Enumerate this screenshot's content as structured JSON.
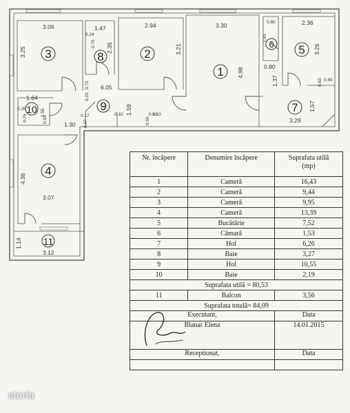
{
  "plan": {
    "dimensions": {
      "r3_w": "3.06",
      "r3_h": "3.25",
      "r8_w": "1.47",
      "r8_a": "0.24",
      "r8_b": "0.75",
      "r8_h": "2.35",
      "r2_w": "2.94",
      "r2_h": "3.21",
      "r1_w": "3.30",
      "r1_h": "4.98",
      "r6_w": "0.80",
      "r6_h": "1.93",
      "r5_w": "2.36",
      "r5_h": "3.26",
      "r7_a": "0.80",
      "r7_b": "1.37",
      "r7_c": "0.63",
      "r7_d": "0.45",
      "r7_h": "1.57",
      "r7_w": "3.29",
      "r9_a": "0.72",
      "r9_b": "0.22",
      "r9_w": "6.05",
      "r10_w": "1.64",
      "r10_a": "0.26",
      "r10_b": "1.55",
      "r10_c": "0.76",
      "r10_d": "0.93",
      "hall_a": "0.17",
      "hall_b": "0.10",
      "hall_c": "1.59",
      "hall_d": "0.10",
      "hall_e": "0.50",
      "hall_f": "0.10",
      "hall_g": "1.30",
      "hall_h": "0.47",
      "r4_h": "4.36",
      "r4_w": "3.07",
      "r11_h": "1.14",
      "r11_w": "3.12"
    },
    "room_numbers": [
      "1",
      "2",
      "3",
      "4",
      "5",
      "6",
      "7",
      "8",
      "9",
      "10",
      "11"
    ]
  },
  "table": {
    "headers": {
      "nr": "Nr. încăpere",
      "name": "Denumire încăpere",
      "area": "Suprafata utilă",
      "area_unit": "(mp)"
    },
    "rows": [
      {
        "nr": "1",
        "name": "Cameră",
        "area": "16,43"
      },
      {
        "nr": "2",
        "name": "Cameră",
        "area": "9,44"
      },
      {
        "nr": "3",
        "name": "Cameră",
        "area": "9,95"
      },
      {
        "nr": "4",
        "name": "Cameră",
        "area": "13,39"
      },
      {
        "nr": "5",
        "name": "Bucătărie",
        "area": "7,52"
      },
      {
        "nr": "6",
        "name": "Cămară",
        "area": "1,53"
      },
      {
        "nr": "7",
        "name": "Hol",
        "area": "6,26"
      },
      {
        "nr": "8",
        "name": "Baie",
        "area": "3,27"
      },
      {
        "nr": "9",
        "name": "Hol",
        "area": "10,55"
      },
      {
        "nr": "10",
        "name": "Baie",
        "area": "2,19"
      }
    ],
    "usable_total": "Suprafata utilă   = 80,53",
    "balcony_row": {
      "nr": "11",
      "name": "Balcon",
      "area": "3,56"
    },
    "grand_total": "Suprafata totală= 84,09",
    "executant_label": "Executant,",
    "date_label": "Data",
    "executant_name": "Blanar Elena",
    "executant_date": "14.01.2015",
    "receptionat_label": "Receptionat,",
    "date_label_2": "Data"
  },
  "brand": "storia"
}
